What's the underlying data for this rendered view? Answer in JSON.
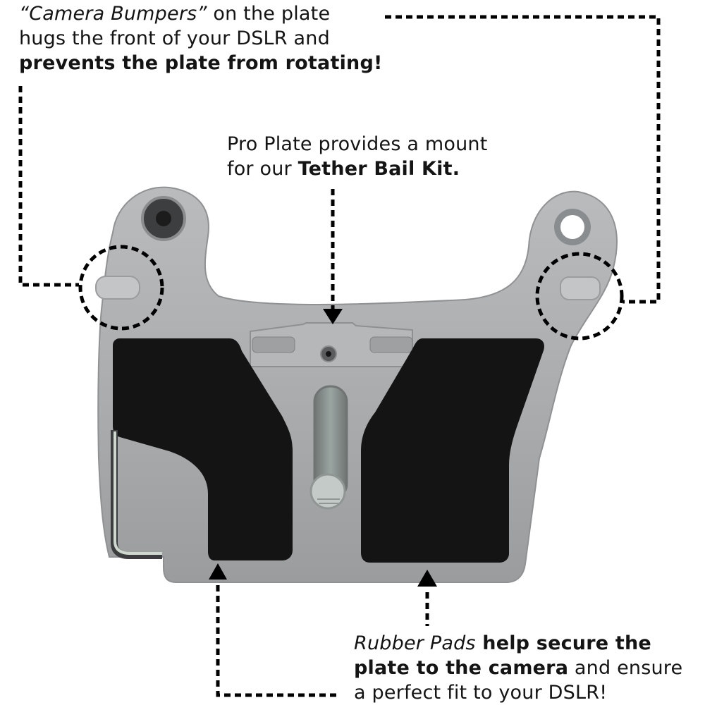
{
  "callouts": {
    "bumpers": {
      "line1_italic": "“Camera Bumpers”",
      "line1_rest": " on the plate",
      "line2": "hugs the front of your DSLR and",
      "line3_bold": "prevents the plate from rotating!"
    },
    "tether": {
      "line1": "Pro Plate provides a mount",
      "line2_plain": "for our ",
      "line2_bold": "Tether Bail Kit."
    },
    "pads": {
      "line1_italic": "Rubber Pads",
      "line1_bold": " help secure the",
      "line2_bold": "plate to the camera",
      "line2_plain": " and ensure",
      "line3": "a perfect fit to your DSLR!"
    }
  },
  "colors": {
    "metal": "#a9abad",
    "metal_dark": "#7d8083",
    "pad": "#141414",
    "leader": "#000000"
  },
  "icons": {
    "leader_arrow": "arrowhead-triangle",
    "highlight_ring": "dashed-circle"
  }
}
